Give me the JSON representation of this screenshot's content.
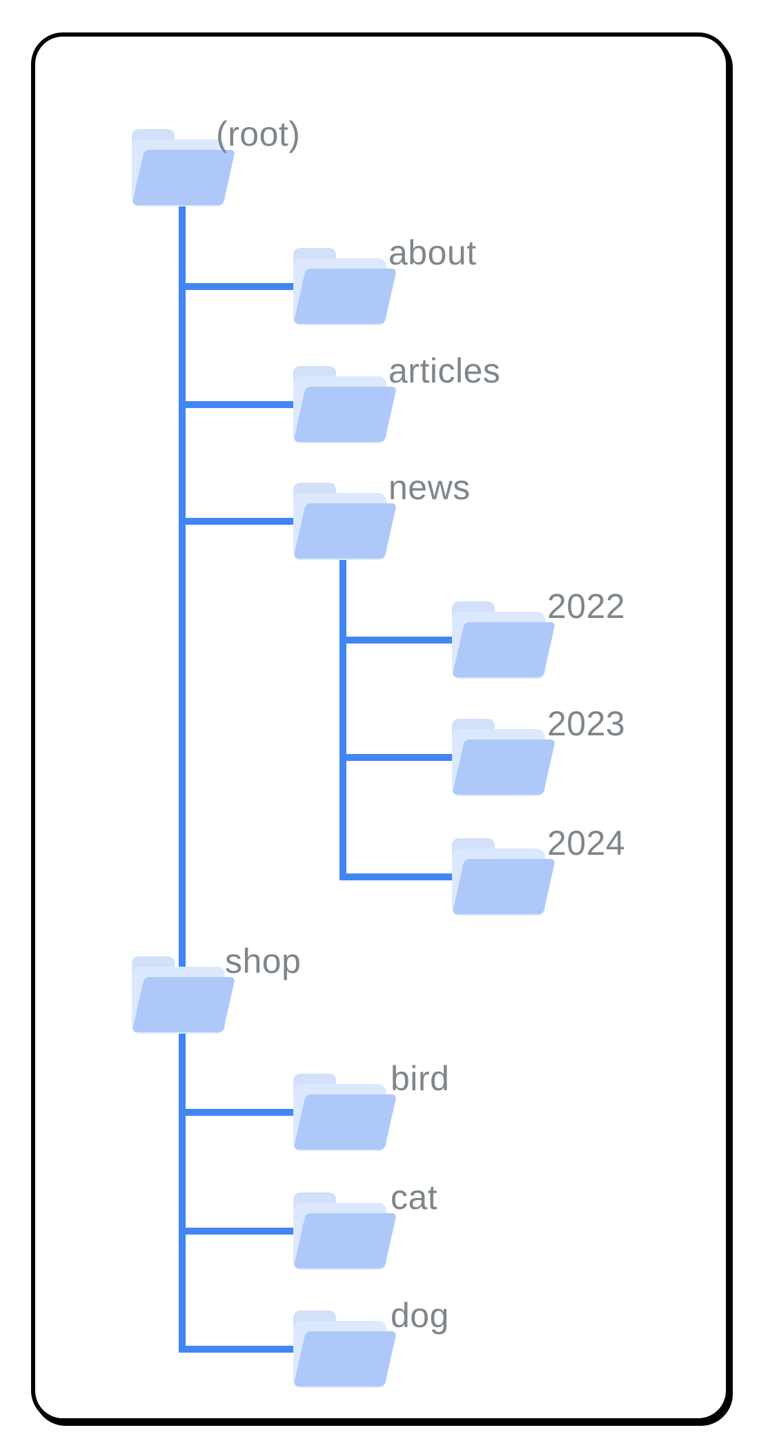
{
  "diagram_type": "site-folder-tree",
  "colors": {
    "connector_blue": "#4285f4",
    "folder_front_blue": "#aec9f9",
    "folder_sheet_blue": "#dce8fd",
    "folder_tab_blue": "#d2e0fa",
    "label_gray": "#7f868b",
    "card_border_black": "#000000",
    "background_white": "#ffffff"
  },
  "tree": {
    "root": {
      "label": "(root)",
      "children": [
        {
          "label": "about",
          "children": []
        },
        {
          "label": "articles",
          "children": []
        },
        {
          "label": "news",
          "children": [
            {
              "label": "2022"
            },
            {
              "label": "2023"
            },
            {
              "label": "2024"
            }
          ]
        },
        {
          "label": "shop",
          "children": [
            {
              "label": "bird"
            },
            {
              "label": "cat"
            },
            {
              "label": "dog"
            }
          ]
        }
      ]
    }
  }
}
